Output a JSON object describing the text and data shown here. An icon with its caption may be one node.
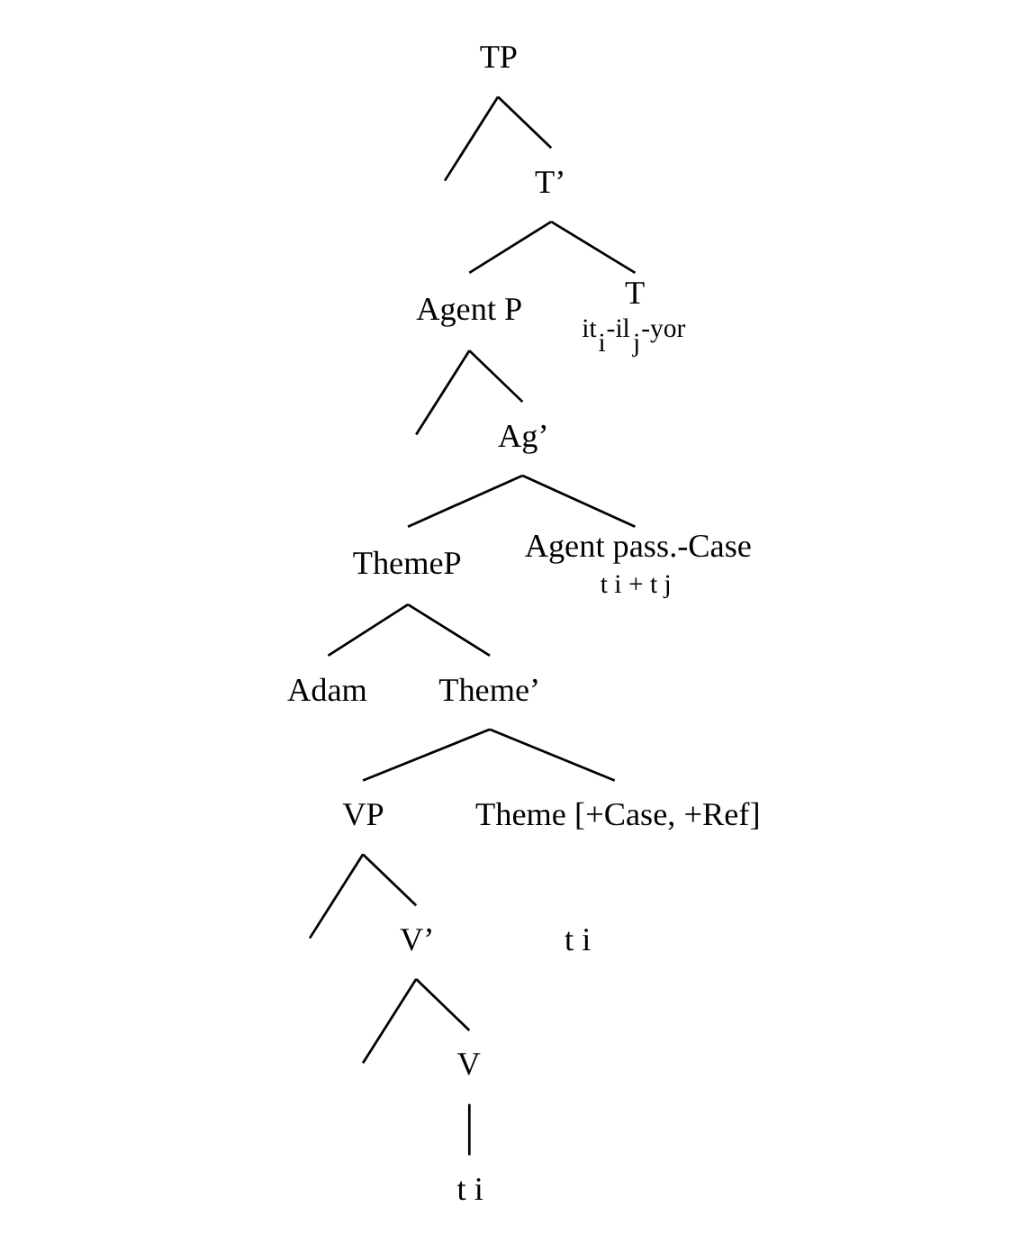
{
  "diagram": {
    "nodes": [
      {
        "text": [
          "TP"
        ]
      },
      {
        "text": [
          "T’"
        ]
      },
      {
        "text": [
          "Agent P"
        ]
      },
      {
        "text": [
          "T"
        ],
        "beside": [
          "it$_{i}$-il$_{j}$-yor"
        ]
      },
      {
        "text": [
          "Ag’"
        ]
      },
      {
        "text": [
          "ThemeP"
        ]
      },
      {
        "text": [
          "Agent pass.-Case"
        ],
        "beside": [
          "t i + t j"
        ]
      },
      {
        "text": [
          "Adam"
        ]
      },
      {
        "text": [
          "Theme’"
        ]
      },
      {
        "text": [
          "VP"
        ]
      },
      {
        "text": [
          "Theme [+Case, +Ref]"
        ]
      },
      {
        "text": [
          "V’"
        ]
      },
      {
        "text": [
          "V"
        ]
      },
      {
        "text": [
          "t i"
        ]
      }
    ],
    "edges": [
      {
        "from": 0,
        "to": null,
        "arrow": "none"
      },
      {
        "from": 0,
        "to": 1,
        "arrow": "none"
      },
      {
        "from": 1,
        "to": 2,
        "arrow": "none"
      },
      {
        "from": 1,
        "to": 3,
        "arrow": "none"
      },
      {
        "from": 2,
        "to": null,
        "arrow": "none"
      },
      {
        "from": 2,
        "to": 4,
        "arrow": "none"
      },
      {
        "from": 4,
        "to": 5,
        "arrow": "none"
      },
      {
        "from": 4,
        "to": 6,
        "arrow": "none"
      },
      {
        "from": 5,
        "to": 7,
        "arrow": "none"
      },
      {
        "from": 5,
        "to": 8,
        "arrow": "none"
      },
      {
        "from": 8,
        "to": 9,
        "arrow": "none"
      },
      {
        "from": 8,
        "to": 10,
        "arrow": "none"
      },
      {
        "from": 9,
        "to": null,
        "arrow": "none"
      },
      {
        "from": 9,
        "to": 11,
        "arrow": "none"
      },
      {
        "from": 11,
        "to": null,
        "arrow": "none"
      },
      {
        "from": 11,
        "to": 12,
        "arrow": "none"
      },
      {
        "from": 12,
        "to": 13,
        "arrow": "none"
      }
    ],
    "labels": [
      "t i"
    ]
  }
}
